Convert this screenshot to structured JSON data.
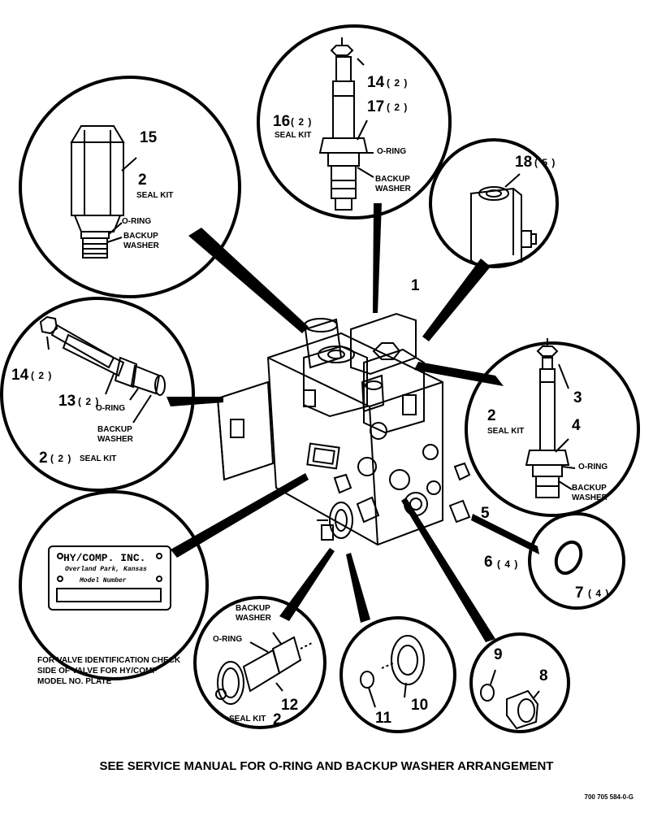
{
  "labels": {
    "p1": "1",
    "p2_seal_upper_left": "2",
    "seal_kit": "SEAL KIT",
    "p2_seal_right": "2",
    "p2_left_circle": "2",
    "p2_left_qty": "( 2 )",
    "p2_left_text": "SEAL KIT",
    "p3": "3",
    "p4": "4",
    "p5": "5",
    "p6": "6",
    "p6_qty": "( 4 )",
    "p7": "7",
    "p7_qty": "( 4 )",
    "p8": "8",
    "p9": "9",
    "p10": "10",
    "p11": "11",
    "p12": "12",
    "p12_seal_text": "SEAL KIT",
    "p12_seal_num": "2",
    "p13": "13",
    "p13_qty": "( 2 )",
    "p14_top": "14",
    "p14_top_qty": "( 2 )",
    "p14_left": "14",
    "p14_left_qty": "( 2 )",
    "p15": "15",
    "p16": "16",
    "p16_qty": "( 2 )",
    "p17": "17",
    "p17_qty": "( 2 )",
    "p18": "18",
    "p18_qty": "( 5 )",
    "o_ring": "O-RING",
    "backup": "BACKUP",
    "washer": "WASHER"
  },
  "nameplate": {
    "company": "HY/COMP. INC.",
    "location": "Overland Park, Kansas",
    "model_label": "Model Number"
  },
  "note": "FOR VALVE IDENTIFICATION CHECK SIDE OF VALVE FOR HY/COMP MODEL NO. PLATE",
  "footer": "SEE SERVICE MANUAL FOR O-RING AND BACKUP WASHER ARRANGEMENT",
  "doc_number": "700 705 584-0-G"
}
